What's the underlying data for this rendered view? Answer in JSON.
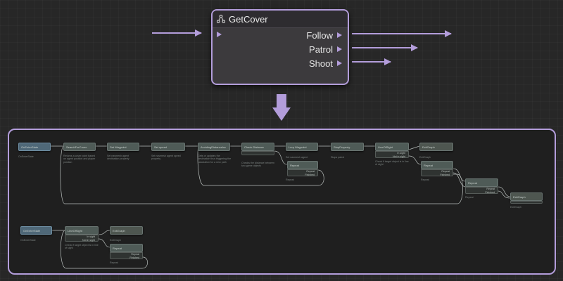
{
  "node": {
    "title": "GetCover",
    "icon": "state-graph-icon",
    "outputs": [
      "Follow",
      "Patrol",
      "Shoot"
    ]
  },
  "accent_color": "#b39ddb",
  "graph1": {
    "nodes": [
      {
        "title": "OnEnterState",
        "desc": "OnEnterState"
      },
      {
        "title": "SearchForCover",
        "desc": "Returns a cover point based on agent position and player position"
      },
      {
        "title": "Set Waypoint",
        "desc": "Set navmesh agent destination property"
      },
      {
        "title": "Set speed",
        "desc": "Set navmesh agent speed property"
      },
      {
        "title": "AvoidingDistanceIsc",
        "desc": "Gets or updates the destination thus triggering the calculation for a new path"
      },
      {
        "title": "Check Distance",
        "desc": "Checks the distance between two game objects"
      },
      {
        "title": "Lerp Waypoint",
        "desc": "Set navmesh agent"
      },
      {
        "title": "StopProperty",
        "desc": "Stops patrol"
      },
      {
        "title": "LineOfSight",
        "desc": "Check if target object is in line of sight"
      },
      {
        "title": "ExitGraph",
        "desc": "ExitGraph"
      },
      {
        "title": "Repeat",
        "desc": "Repeat"
      },
      {
        "title": "Repeat",
        "desc": "Repeat"
      },
      {
        "title": "Repeat",
        "desc": "Repeat"
      },
      {
        "title": "ExitGraph",
        "desc": "ExitGraph"
      }
    ],
    "ports": {
      "repeat_out": "Repeat",
      "finished_out": "Finished",
      "in_sight": "In sight",
      "not_in_sight": "Not in sight"
    }
  },
  "graph2": {
    "nodes": [
      {
        "title": "OnEnterState",
        "desc": "OnEnterState"
      },
      {
        "title": "LineOfSight",
        "desc": "Check if target object is in line of sight"
      },
      {
        "title": "ExitGraph",
        "desc": "ExitGraph"
      },
      {
        "title": "Repeat",
        "desc": "Repeat"
      }
    ]
  }
}
